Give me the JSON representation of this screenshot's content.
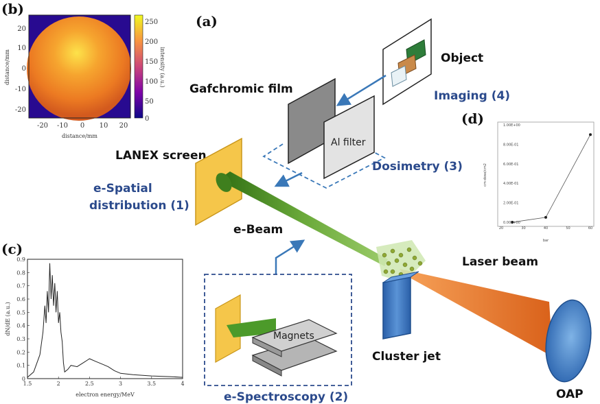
{
  "panels": {
    "a": "(a)",
    "b": "(b)",
    "c": "(c)",
    "d": "(d)"
  },
  "labels": {
    "object": "Object",
    "imaging": "Imaging (4)",
    "gafchromic": "Gafchromic film",
    "al_filter": "Al filter",
    "dosimetry": "Dosimetry (3)",
    "lanex": "LANEX screen",
    "spatial_line1": "e-Spatial",
    "spatial_line2": "distribution (1)",
    "ebeam": "e-Beam",
    "laser": "Laser beam",
    "magnets": "Magnets",
    "cluster_jet": "Cluster jet",
    "spectroscopy": "e-Spectroscopy (2)",
    "oap": "OAP"
  },
  "colors": {
    "blue_label": "#2b4a8c",
    "arrow_blue": "#3a78b8",
    "lanex_yellow": "#f5c64a",
    "beam_green": "#5a9a2a",
    "laser_orange": "#e8782a",
    "jet_blue": "#3a78c8"
  },
  "panel_b": {
    "ylabel": "distance/mm",
    "xlabel": "distance/mm",
    "yticks": [
      "20",
      "10",
      "0",
      "-10",
      "-20"
    ],
    "xticks": [
      "-20",
      "-10",
      "0",
      "10",
      "20"
    ],
    "colorbar_label": "intensity (a.u.)",
    "colorbar_ticks": [
      "250",
      "200",
      "150",
      "100",
      "50",
      "0"
    ]
  },
  "panel_c": {
    "ylabel": "dN/dE (a.u.)",
    "xlabel": "electron energy/MeV",
    "yticks": [
      "0.9",
      "0.8",
      "0.7",
      "0.6",
      "0.5",
      "0.4",
      "0.3",
      "0.2",
      "0.1",
      "0"
    ],
    "xticks": [
      "1.5",
      "2",
      "2.5",
      "3",
      "3.5",
      "4"
    ]
  },
  "panel_d": {
    "ylabel": "cm-dose/cm2",
    "xlabel": "bar",
    "yticks": [
      "1.00E+00",
      "8.00E-01",
      "6.00E-01",
      "4.00E-01",
      "2.00E-01",
      "0.00E+00"
    ],
    "xticks": [
      "20",
      "30",
      "40",
      "50",
      "60"
    ]
  },
  "chart_data": [
    {
      "type": "line",
      "panel": "c",
      "xlabel": "electron energy/MeV",
      "ylabel": "dN/dE (a.u.)",
      "xlim": [
        1.5,
        4
      ],
      "ylim": [
        0,
        0.9
      ],
      "x": [
        1.5,
        1.6,
        1.7,
        1.75,
        1.78,
        1.8,
        1.82,
        1.84,
        1.86,
        1.88,
        1.9,
        1.92,
        1.94,
        1.96,
        1.98,
        2.0,
        2.02,
        2.04,
        2.06,
        2.08,
        2.1,
        2.15,
        2.2,
        2.3,
        2.4,
        2.5,
        2.6,
        2.7,
        2.8,
        2.9,
        3.0,
        3.2,
        3.5,
        3.8,
        4.0
      ],
      "y": [
        0.01,
        0.05,
        0.18,
        0.35,
        0.55,
        0.42,
        0.66,
        0.5,
        0.87,
        0.6,
        0.78,
        0.55,
        0.72,
        0.5,
        0.66,
        0.42,
        0.5,
        0.35,
        0.28,
        0.12,
        0.05,
        0.07,
        0.1,
        0.09,
        0.12,
        0.15,
        0.13,
        0.11,
        0.09,
        0.06,
        0.04,
        0.03,
        0.02,
        0.015,
        0.01
      ]
    },
    {
      "type": "line",
      "panel": "d",
      "xlabel": "bar",
      "ylabel": "cm-dose/cm2",
      "xlim": [
        20,
        60
      ],
      "ylim": [
        0,
        1.0
      ],
      "x": [
        25,
        40,
        60
      ],
      "y": [
        0.0,
        0.05,
        0.9
      ]
    },
    {
      "type": "heatmap",
      "panel": "b",
      "xlabel": "distance/mm",
      "ylabel": "distance/mm",
      "xlim": [
        -25,
        25
      ],
      "ylim": [
        -25,
        25
      ],
      "color_range": [
        0,
        250
      ],
      "colorbar_label": "intensity (a.u.)"
    }
  ]
}
